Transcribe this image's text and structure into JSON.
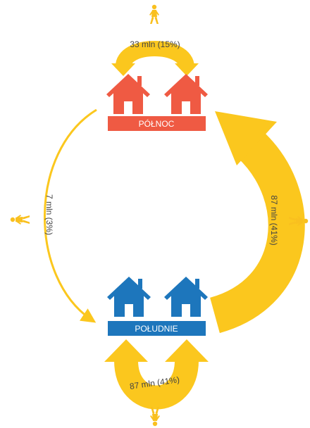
{
  "regions": {
    "north": {
      "label": "PÓŁNOC",
      "color": "#ef5a43"
    },
    "south": {
      "label": "POŁUDNIE",
      "color": "#1d76bc"
    }
  },
  "flows": {
    "north_internal": {
      "label": "33 mln (15%)"
    },
    "south_internal": {
      "label": "87 mln (41%)"
    },
    "north_to_south": {
      "label": "7 mln (3%)"
    },
    "south_to_north": {
      "label": "87 mln (41%)"
    }
  },
  "colors": {
    "flow": "#fbc71e",
    "walker": "#f9c01f"
  }
}
